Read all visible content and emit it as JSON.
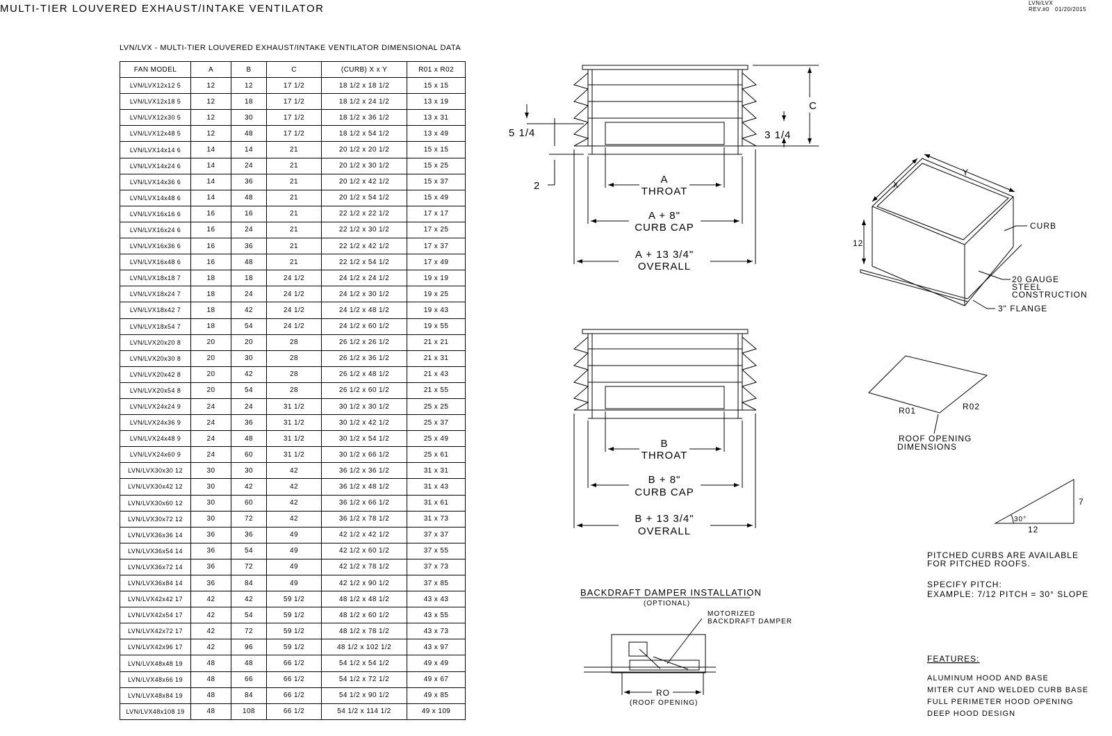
{
  "header": {
    "title": "MULTI-TIER LOUVERED EXHAUST/INTAKE VENTILATOR",
    "doc_code": "LVN/LVX",
    "revision": "REV.#0",
    "date": "01/20/2015"
  },
  "table": {
    "caption": "LVN/LVX - MULTI-TIER LOUVERED EXHAUST/INTAKE VENTILATOR DIMENSIONAL DATA",
    "columns": [
      "FAN MODEL",
      "A",
      "B",
      "C",
      "(CURB) X x Y",
      "R01 x R02"
    ],
    "rows": [
      [
        "LVN/LVX12x12 5",
        "12",
        "12",
        "17 1/2",
        "18 1/2 x 18 1/2",
        "15 x 15"
      ],
      [
        "LVN/LVX12x18 5",
        "12",
        "18",
        "17 1/2",
        "18 1/2 x 24 1/2",
        "13 x 19"
      ],
      [
        "LVN/LVX12x30 5",
        "12",
        "30",
        "17 1/2",
        "18 1/2 x 36 1/2",
        "13 x 31"
      ],
      [
        "LVN/LVX12x48 5",
        "12",
        "48",
        "17 1/2",
        "18 1/2 x 54 1/2",
        "13 x 49"
      ],
      [
        "LVN/LVX14x14 6",
        "14",
        "14",
        "21",
        "20 1/2 x 20 1/2",
        "15 x 15"
      ],
      [
        "LVN/LVX14x24 6",
        "14",
        "24",
        "21",
        "20 1/2 x 30 1/2",
        "15 x 25"
      ],
      [
        "LVN/LVX14x36 6",
        "14",
        "36",
        "21",
        "20 1/2 x 42 1/2",
        "15 x 37"
      ],
      [
        "LVN/LVX14x48 6",
        "14",
        "48",
        "21",
        "20 1/2 x 54 1/2",
        "15 x 49"
      ],
      [
        "LVN/LVX16x16 6",
        "16",
        "16",
        "21",
        "22 1/2 x 22 1/2",
        "17 x 17"
      ],
      [
        "LVN/LVX16x24 6",
        "16",
        "24",
        "21",
        "22 1/2 x 30 1/2",
        "17 x 25"
      ],
      [
        "LVN/LVX16x36 6",
        "16",
        "36",
        "21",
        "22 1/2 x 42 1/2",
        "17 x 37"
      ],
      [
        "LVN/LVX16x48 6",
        "16",
        "48",
        "21",
        "22 1/2 x 54 1/2",
        "17 x 49"
      ],
      [
        "LVN/LVX18x18 7",
        "18",
        "18",
        "24 1/2",
        "24 1/2 x 24 1/2",
        "19 x 19"
      ],
      [
        "LVN/LVX18x24 7",
        "18",
        "24",
        "24 1/2",
        "24 1/2 x 30 1/2",
        "19 x 25"
      ],
      [
        "LVN/LVX18x42 7",
        "18",
        "42",
        "24 1/2",
        "24 1/2 x 48 1/2",
        "19 x 43"
      ],
      [
        "LVN/LVX18x54 7",
        "18",
        "54",
        "24 1/2",
        "24 1/2 x 60 1/2",
        "19 x 55"
      ],
      [
        "LVN/LVX20x20 8",
        "20",
        "20",
        "28",
        "26 1/2 x 26 1/2",
        "21 x 21"
      ],
      [
        "LVN/LVX20x30 8",
        "20",
        "30",
        "28",
        "26 1/2 x 36 1/2",
        "21 x 31"
      ],
      [
        "LVN/LVX20x42 8",
        "20",
        "42",
        "28",
        "26 1/2 x 48 1/2",
        "21 x 43"
      ],
      [
        "LVN/LVX20x54 8",
        "20",
        "54",
        "28",
        "26 1/2 x 60 1/2",
        "21 x 55"
      ],
      [
        "LVN/LVX24x24 9",
        "24",
        "24",
        "31 1/2",
        "30 1/2 x 30 1/2",
        "25 x 25"
      ],
      [
        "LVN/LVX24x36 9",
        "24",
        "36",
        "31 1/2",
        "30 1/2 x 42 1/2",
        "25 x 37"
      ],
      [
        "LVN/LVX24x48 9",
        "24",
        "48",
        "31 1/2",
        "30 1/2 x 54 1/2",
        "25 x 49"
      ],
      [
        "LVN/LVX24x60 9",
        "24",
        "60",
        "31 1/2",
        "30 1/2 x 66 1/2",
        "25 x 61"
      ],
      [
        "LVN/LVX30x30 12",
        "30",
        "30",
        "42",
        "36 1/2 x 36 1/2",
        "31 x 31"
      ],
      [
        "LVN/LVX30x42 12",
        "30",
        "42",
        "42",
        "36 1/2 x 48 1/2",
        "31 x 43"
      ],
      [
        "LVN/LVX30x60 12",
        "30",
        "60",
        "42",
        "36 1/2 x 66 1/2",
        "31 x 61"
      ],
      [
        "LVN/LVX30x72 12",
        "30",
        "72",
        "42",
        "36 1/2 x 78 1/2",
        "31 x 73"
      ],
      [
        "LVN/LVX36x36 14",
        "36",
        "36",
        "49",
        "42 1/2 x 42 1/2",
        "37 x 37"
      ],
      [
        "LVN/LVX36x54 14",
        "36",
        "54",
        "49",
        "42 1/2 x 60 1/2",
        "37 x 55"
      ],
      [
        "LVN/LVX36x72 14",
        "36",
        "72",
        "49",
        "42 1/2 x 78 1/2",
        "37 x 73"
      ],
      [
        "LVN/LVX36x84 14",
        "36",
        "84",
        "49",
        "42 1/2 x 90 1/2",
        "37 x 85"
      ],
      [
        "LVN/LVX42x42 17",
        "42",
        "42",
        "59 1/2",
        "48 1/2 x 48 1/2",
        "43 x 43"
      ],
      [
        "LVN/LVX42x54 17",
        "42",
        "54",
        "59 1/2",
        "48 1/2 x 60 1/2",
        "43 x 55"
      ],
      [
        "LVN/LVX42x72 17",
        "42",
        "72",
        "59 1/2",
        "48 1/2 x 78 1/2",
        "43 x 73"
      ],
      [
        "LVN/LVX42x96 17",
        "42",
        "96",
        "59 1/2",
        "48 1/2 x 102 1/2",
        "43 x 97"
      ],
      [
        "LVN/LVX48x48 19",
        "48",
        "48",
        "66 1/2",
        "54 1/2 x 54 1/2",
        "49 x 49"
      ],
      [
        "LVN/LVX48x66 19",
        "48",
        "66",
        "66 1/2",
        "54 1/2 x 72 1/2",
        "49 x 67"
      ],
      [
        "LVN/LVX48x84 19",
        "48",
        "84",
        "66 1/2",
        "54 1/2 x 90 1/2",
        "49 x 85"
      ],
      [
        "LVN/LVX48x108 19",
        "48",
        "108",
        "66 1/2",
        "54 1/2 x 114 1/2",
        "49 x 109"
      ]
    ]
  },
  "elevation_a": {
    "dim_c": "C",
    "dim_left": "5 1/4",
    "dim_right": "3 1/4",
    "dim_base": "2",
    "throat_value": "A",
    "throat_label": "THROAT",
    "curbcap_value": "A + 8\"",
    "curbcap_label": "CURB CAP",
    "overall_value": "A + 13 3/4\"",
    "overall_label": "OVERALL"
  },
  "elevation_b": {
    "throat_value": "B",
    "throat_label": "THROAT",
    "curbcap_value": "B + 8\"",
    "curbcap_label": "CURB CAP",
    "overall_value": "B + 13 3/4\"",
    "overall_label": "OVERALL"
  },
  "curb": {
    "x_label": "X",
    "y_label": "Y",
    "height": "12",
    "curb_label": "CURB",
    "construction": [
      "20 GAUGE",
      "STEEL",
      "CONSTRUCTION"
    ],
    "flange": "3\" FLANGE"
  },
  "roof_opening": {
    "r01": "R01",
    "r02": "R02",
    "label": [
      "ROOF OPENING",
      "DIMENSIONS"
    ]
  },
  "pitch": {
    "rise": "7",
    "run": "12",
    "angle": "30°",
    "note": [
      "PITCHED CURBS ARE AVAILABLE",
      "FOR PITCHED ROOFS."
    ],
    "specify": [
      "SPECIFY PITCH:",
      "EXAMPLE: 7/12 PITCH = 30° SLOPE"
    ]
  },
  "damper": {
    "title": "BACKDRAFT DAMPER INSTALLATION",
    "subtitle": "(OPTIONAL)",
    "callout": [
      "MOTORIZED",
      "BACKDRAFT DAMPER"
    ],
    "ro": "RO",
    "ro_label": "(ROOF OPENING)"
  },
  "features": {
    "title": "FEATURES:",
    "items": [
      "ALUMINUM HOOD AND BASE",
      "MITER CUT AND WELDED CURB BASE",
      "FULL PERIMETER HOOD OPENING",
      "DEEP HOOD DESIGN"
    ]
  }
}
